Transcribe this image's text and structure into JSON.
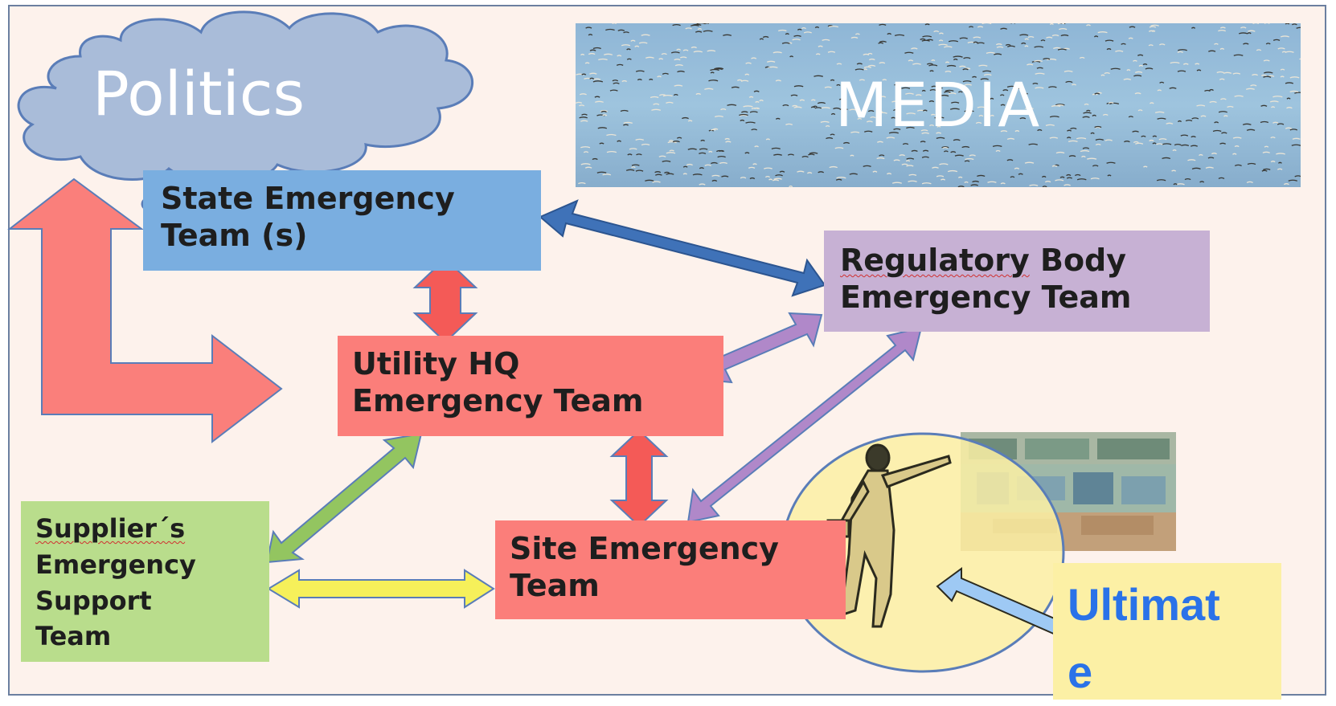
{
  "diagram": {
    "politics": "Politics",
    "media": "MEDIA",
    "state_team": [
      "State Emergency",
      "Team (s)"
    ],
    "utility_team": [
      "Utility HQ",
      "Emergency Team"
    ],
    "regulatory_team": [
      "Regulatory Body",
      "Emergency Team"
    ],
    "site_team": [
      "Site Emergency",
      "Team"
    ],
    "supplier_team": [
      "Supplier´s",
      "Emergency",
      "Support",
      "Team"
    ],
    "ultimate": [
      "Ultimat",
      "e"
    ]
  },
  "colors": {
    "background": "#fdf2ec",
    "state": "#7aaee0",
    "utility": "#fb7e7a",
    "regulatory": "#c7b1d4",
    "site": "#fb7e7a",
    "supplier": "#b9dd8c",
    "ultimate_box": "#fcf0a5",
    "ultimate_text": "#2a72e8",
    "cloud": "#a9bcd9"
  },
  "icons": [
    "cloud-shape",
    "bird-flock-photo",
    "operator-clipart",
    "control-room-photo"
  ]
}
